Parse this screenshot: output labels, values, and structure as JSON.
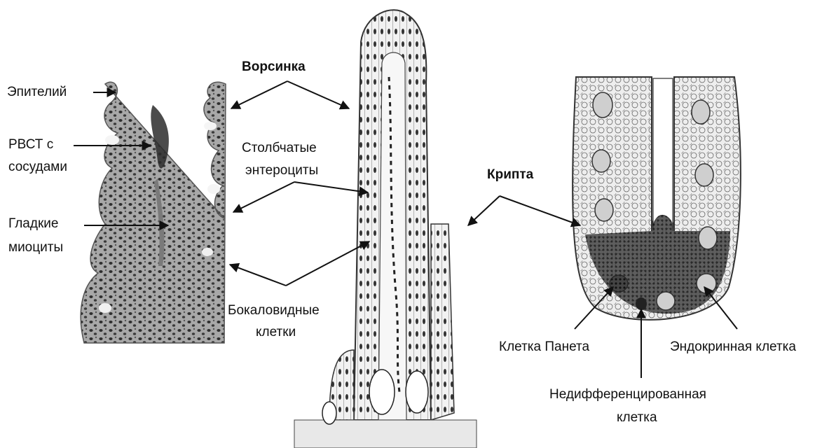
{
  "labels": {
    "villus": "Ворсинка",
    "epithelium": "Эпителий",
    "rvst_line1": "РВСТ с",
    "rvst_line2": "сосудами",
    "smooth_line1": "Гладкие",
    "smooth_line2": "миоциты",
    "columnar_line1": "Столбчатые",
    "columnar_line2": "энтероциты",
    "goblet_line1": "Бокаловидные",
    "goblet_line2": "клетки",
    "crypt": "Крипта",
    "paneth": "Клетка Панета",
    "endocrine": "Эндокринная клетка",
    "undiff_line1": "Недифференцированная",
    "undiff_line2": "клетка"
  },
  "colors": {
    "ink": "#111111",
    "micrograph_tissue": "#9a9a9a",
    "micrograph_nuclei": "#2a2a2a",
    "drawing_line": "#333333",
    "background": "#ffffff"
  }
}
